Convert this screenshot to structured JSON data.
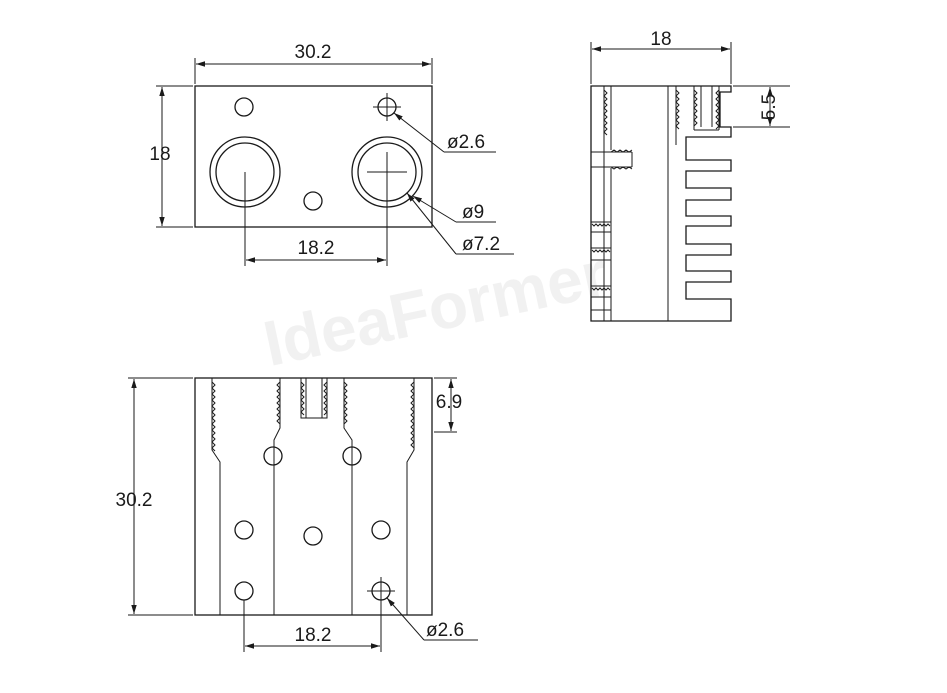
{
  "watermark": "IdeaFormer",
  "front_view": {
    "width_dim": "30.2",
    "height_dim": "18",
    "small_hole_dim": "ø2.6",
    "outer_dia_dim": "ø9",
    "inner_dia_dim": "ø7.2",
    "spacing_dim": "18.2"
  },
  "side_view": {
    "width_dim": "18",
    "screw_depth_dim": "5.5"
  },
  "bottom_view": {
    "height_dim": "30.2",
    "thread_depth_dim": "6.9",
    "spacing_dim": "18.2",
    "hole_dim": "ø2.6"
  }
}
